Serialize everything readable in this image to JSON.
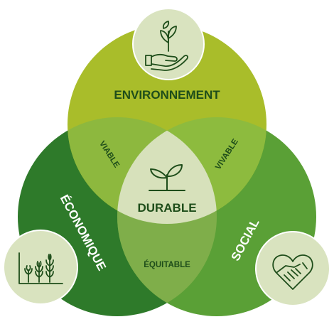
{
  "colors": {
    "environnement": "#a9bd2a",
    "economique": "#2e7a2a",
    "social": "#5aa036",
    "viable": "#8db83e",
    "vivable": "#8dbb3e",
    "equitable": "#7fae4a",
    "durable": "#d7e1bb",
    "icon_bubble": "#d9e3bf",
    "dark_text": "#1e4d1a",
    "light_text": "#ffffff"
  },
  "circles": {
    "environnement": "ENVIRONNEMENT",
    "economique": "ÉCONOMIQUE",
    "social": "SOCIAL"
  },
  "intersections": {
    "viable": "VIABLE",
    "vivable": "VIVABLE",
    "equitable": "ÉQUITABLE"
  },
  "center": {
    "label": "DURABLE"
  },
  "icons": {
    "top": "hand-holding-plant-icon",
    "bottom_left": "growing-crops-chart-icon",
    "bottom_right": "handshake-heart-icon",
    "center": "sprout-icon"
  }
}
